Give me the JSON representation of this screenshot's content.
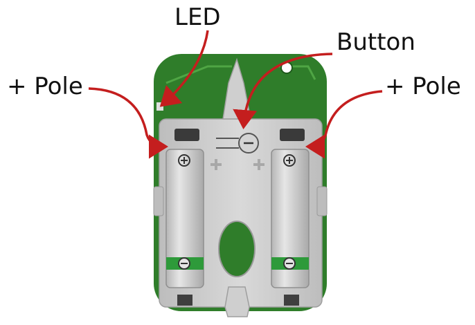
{
  "labels": {
    "led": "LED",
    "button": "Button",
    "pole_left": "+ Pole",
    "pole_right": "+ Pole"
  },
  "colors": {
    "pcb_green": "#2f7d2a",
    "pcb_dark": "#1f5a1c",
    "holder_gray": "#c9c9c9",
    "arrow_red": "#c41e1e",
    "battery_stripe": "#2e9a3a"
  },
  "icons": {
    "plus_symbol": "plus-symbol-icon",
    "minus_symbol": "minus-symbol-icon",
    "button_minus": "button-minus-icon"
  }
}
